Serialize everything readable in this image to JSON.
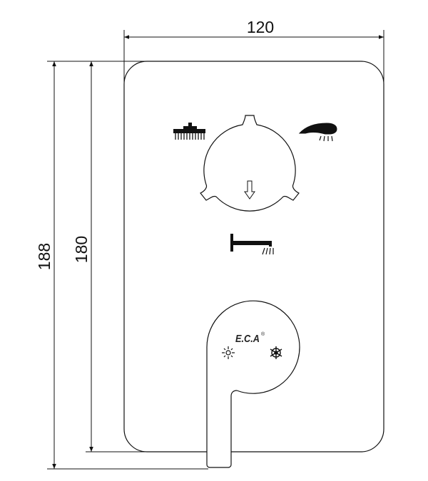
{
  "drawing": {
    "dimensions": {
      "width": "120",
      "outer_height": "188",
      "plate_height": "180"
    },
    "brand": "E.C.A",
    "brand_mark": "®",
    "icons": [
      "overhead-shower-icon",
      "hand-shower-icon",
      "bath-spout-icon",
      "diverter-arrow-icon",
      "hot-sun-icon",
      "cold-snowflake-icon"
    ]
  }
}
